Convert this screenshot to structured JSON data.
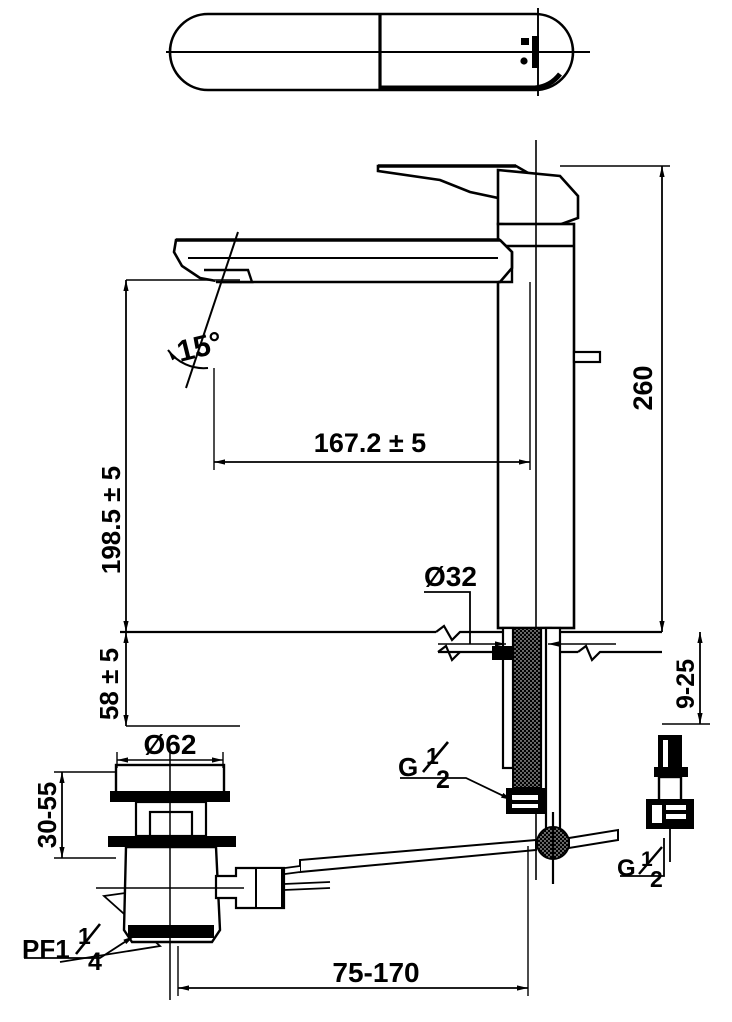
{
  "drawing": {
    "title": "Single-lever basin mixer tap dimensioned technical drawing",
    "type": "engineering-drawing",
    "units": "mm",
    "line_color": "#000000",
    "background_color": "#ffffff",
    "views": [
      {
        "name": "top-view-handle",
        "label": ""
      },
      {
        "name": "front-section-view",
        "label": ""
      },
      {
        "name": "drain-pop-up-assembly",
        "label": ""
      },
      {
        "name": "hose-end-connector",
        "label": ""
      }
    ]
  },
  "dimensions": {
    "spout_angle": "15°",
    "spout_height": "198.5 ± 5",
    "spout_reach": "167.2 ± 5",
    "overall_height": "260",
    "shank_height": "58 ± 5",
    "mounting_thickness": "9-25",
    "shank_diameter": "Ø32",
    "drain_flange_diameter": "Ø62",
    "drain_adjust_range": "30-55",
    "hose_length_range": "75-170",
    "inlet_thread_left": "G ½",
    "inlet_thread_right": "G ½",
    "drain_thread": "PF1 ¼"
  },
  "labels": {
    "angle_15": "15°",
    "height_198": "198.5 ± 5",
    "reach_167": "167.2 ± 5",
    "height_260": "260",
    "height_58": "58 ± 5",
    "thickness_9_25": "9-25",
    "dia_32": "Ø32",
    "dia_62": "Ø62",
    "range_30_55": "30-55",
    "range_75_170": "75-170",
    "thread_g_half_a": "G",
    "thread_g_half_a_frac_num": "1",
    "thread_g_half_a_frac_den": "2",
    "thread_g_half_b": "G",
    "thread_g_half_b_frac_num": "1",
    "thread_g_half_b_frac_den": "2",
    "thread_pf1": "PF1",
    "thread_pf1_frac_num": "1",
    "thread_pf1_frac_den": "4"
  }
}
